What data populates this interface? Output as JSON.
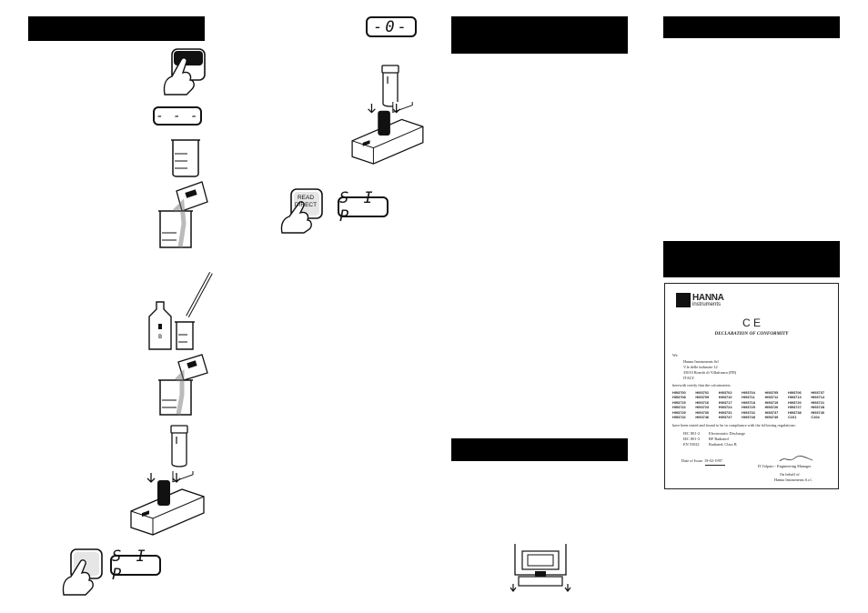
{
  "page": {
    "title": "Instruction manual pages"
  },
  "displays": {
    "zero": "-0-",
    "dashes": "- - -",
    "sip_top": "S I P",
    "sip_bottom": "S I P"
  },
  "buttons": {
    "read_direct": "READ\nDIRECT"
  },
  "declaration": {
    "brand": "HANNA",
    "brand_sub": "instruments",
    "ce_mark": "C E",
    "title": "DECLARATION OF CONFORMITY",
    "we": "We",
    "address": [
      "Hanna Instruments Srl",
      "V.le delle industrie 12",
      "35010 Ronchi di Villafranca (PD)",
      "ITALY"
    ],
    "certify": "herewith certify that the colorimeters",
    "codes": [
      [
        "HI93700",
        "HI93701",
        "HI93702",
        "HI93704",
        "HI93705",
        "HI93706",
        "HI93707"
      ],
      [
        "HI93708",
        "HI93709",
        "HI93710",
        "HI93711",
        "HI93712",
        "HI93713",
        "HI93714"
      ],
      [
        "HI93715",
        "HI93716",
        "HI93717",
        "HI93718",
        "HI93719",
        "HI93720",
        "HI93721"
      ],
      [
        "HI93722",
        "HI93723",
        "HI93724",
        "HI93725",
        "HI93726",
        "HI93727",
        "HI93728"
      ],
      [
        "HI93729",
        "HI93730",
        "HI93731",
        "HI93732",
        "HI93737",
        "HI93738",
        "HI93740"
      ],
      [
        "HI93742",
        "HI93746",
        "HI93747",
        "HI93748",
        "HI93749",
        "C101",
        "C104"
      ]
    ],
    "compliance": "have been tested and found to be in compliance with the following regulations:",
    "standards": [
      [
        "IEC 801-2",
        "Electrostatic Discharge"
      ],
      [
        "IEC 801-3",
        "RF Radiated"
      ],
      [
        "EN 55022",
        "Radiated, Class B"
      ]
    ],
    "date": "Date of Issue: 19-02-1997",
    "signer": "D.Volpato - Engineering Manager",
    "on_behalf": "On behalf of",
    "company": "Hanna Instruments S.r.l."
  }
}
